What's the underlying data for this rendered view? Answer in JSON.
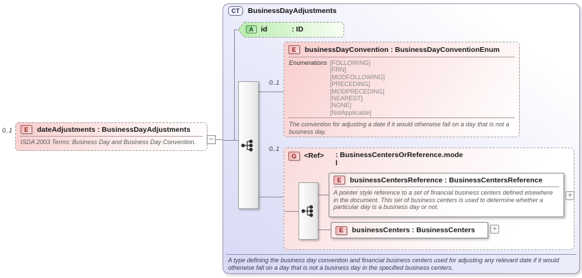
{
  "colors": {
    "container_fill": "#d8d9f5",
    "element_fill": "#f9cece",
    "attribute_fill": "#b9ecae",
    "element_icon_text": "#8e2020",
    "line": "#8a8a96"
  },
  "left_element": {
    "occurrence": "0..1",
    "icon": "E",
    "title": "dateAdjustments : BusinessDayAdjustments",
    "annotation": "ISDA 2003 Terms: Business Day and Business Day Convention.",
    "collapse_icon": "−"
  },
  "container": {
    "icon": "CT",
    "title": "BusinessDayAdjustments",
    "annotation": "A type defining the business day convention and financial business centers used for adjusting any relevant date if it would otherwise fall on a day that is not a business day in the specified business centers."
  },
  "attribute": {
    "icon": "A",
    "name": "id",
    "type": ": ID"
  },
  "business_day_convention": {
    "occurrence": "0..1",
    "icon": "E",
    "title": "businessDayConvention : BusinessDayConventionEnum",
    "enumerations_label": "Enumerations",
    "enumerations": [
      "[FOLLOWING]",
      "[FRN]",
      "[MODFOLLOWING]",
      "[PRECEDING]",
      "[MODPRECEDING]",
      "[NEAREST]",
      "[NONE]",
      "[NotApplicable]"
    ],
    "annotation": "The convention for adjusting a date if it would otherwise fall on a day that is not a business day."
  },
  "group": {
    "occurrence": "0..1",
    "icon": "G",
    "name": "<Ref>",
    "type_line1": ": BusinessCentersOrReference.mode",
    "type_line2": "l",
    "business_centers_reference": {
      "icon": "E",
      "title": "businessCentersReference : BusinessCentersReference",
      "annotation": "A pointer style reference to a set of financial business centers defined elsewhere in the document. This set of business centers is used to determine whether a particular day is a business day or not.",
      "expand_icon": "+"
    },
    "business_centers": {
      "icon": "E",
      "title": "businessCenters : BusinessCenters",
      "expand_icon": "+"
    }
  }
}
